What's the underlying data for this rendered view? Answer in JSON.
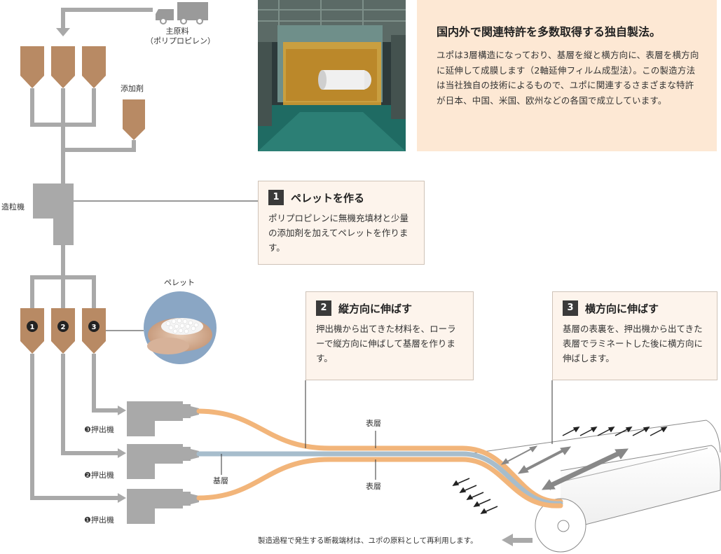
{
  "header": {
    "title": "国内外で関連特許を多数取得する独自製法。",
    "body": "ユポは3層構造になっており、基層を縦と横方向に、表層を横方向に延伸して成膜します（2軸延伸フィルム成型法）。この製造方法は当社独自の技術によるもので、ユポに関連するさまざまな特許が日本、中国、米国、欧州などの各国で成立しています。"
  },
  "labels": {
    "main_material_line1": "主原料",
    "main_material_line2": "（ポリプロピレン）",
    "additive": "添加剤",
    "granulator": "造粒機",
    "pellet": "ペレット",
    "hopper_1": "1",
    "hopper_2": "2",
    "hopper_3": "3",
    "extruder_3": "❸押出機",
    "extruder_2": "❷押出機",
    "extruder_1": "❶押出機",
    "surface_layer_top": "表層",
    "surface_layer_bottom": "表層",
    "base_layer": "基層",
    "recycle_note": "製造過程で発生する断裁端材は、ユポの原料として再利用します。"
  },
  "steps": [
    {
      "num": "1",
      "title": "ペレットを作る",
      "body": "ポリプロピレンに無機充填材と少量の添加剤を加えてペレットを作ります。"
    },
    {
      "num": "2",
      "title": "縦方向に伸ばす",
      "body": "押出機から出てきた材料を、ローラーで縦方向に伸ばして基層を作ります。"
    },
    {
      "num": "3",
      "title": "横方向に伸ばす",
      "body": "基層の表裏を、押出機から出てきた表層でラミネートした後に横方向に伸ばします。"
    }
  ],
  "colors": {
    "hopper": "#b88a64",
    "pipe": "#a9a9a9",
    "surface_layer": "#f2b57a",
    "base_layer": "#a7bdcc",
    "box_bg": "#fdf4ec",
    "intro_bg": "#fde8d4"
  },
  "icons": {
    "truck": "truck-icon",
    "photo": "factory-photo",
    "pellets": "pellets-in-hands-image"
  }
}
